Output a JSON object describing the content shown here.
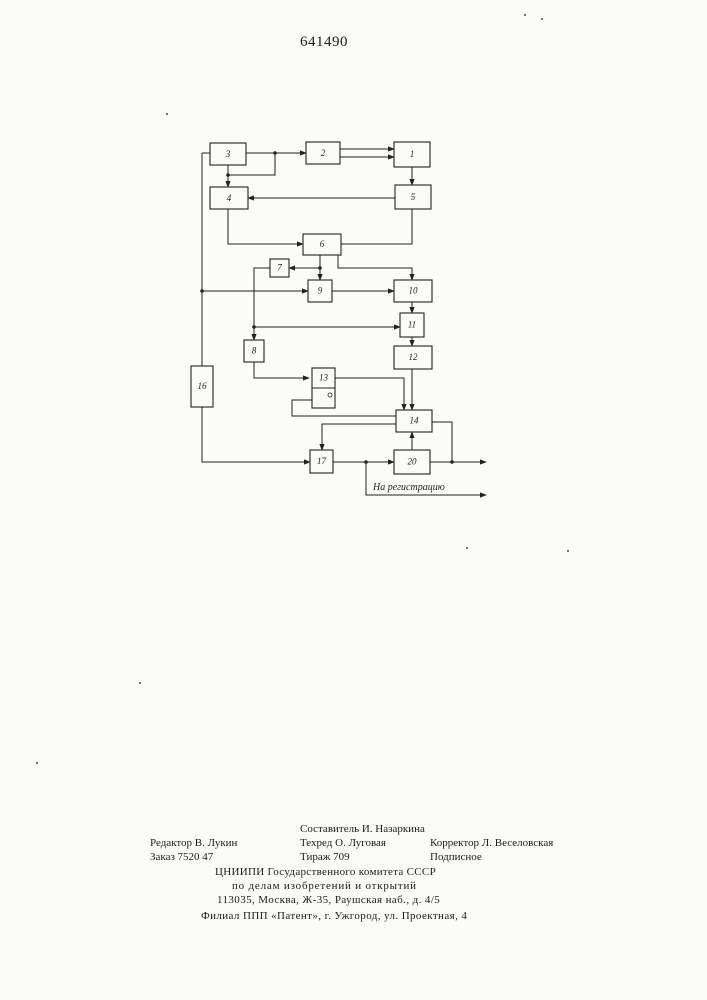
{
  "patent_number": "641490",
  "blocks": [
    {
      "id": "b1",
      "label": "1"
    },
    {
      "id": "b2",
      "label": "2"
    },
    {
      "id": "b3",
      "label": "3"
    },
    {
      "id": "b4",
      "label": "4"
    },
    {
      "id": "b5",
      "label": "5"
    },
    {
      "id": "b6",
      "label": "6"
    },
    {
      "id": "b7",
      "label": "7"
    },
    {
      "id": "b8",
      "label": "8"
    },
    {
      "id": "b9",
      "label": "9"
    },
    {
      "id": "b10",
      "label": "10"
    },
    {
      "id": "b11",
      "label": "11"
    },
    {
      "id": "b12",
      "label": "12"
    },
    {
      "id": "b13",
      "label": "13"
    },
    {
      "id": "b14",
      "label": "14"
    },
    {
      "id": "b16",
      "label": "16"
    },
    {
      "id": "b17",
      "label": "17"
    },
    {
      "id": "b20",
      "label": "20"
    }
  ],
  "output_label": "На регистрацию",
  "footer": {
    "editor": "Редактор В. Лукин",
    "order": "Заказ 7520 47",
    "compiler": "Составитель И. Назаркина",
    "techred": "Техред О. Луговая",
    "circulation": "Тираж 709",
    "corrector": "Корректор Л. Веселовская",
    "subscription": "Подписное",
    "org1": "ЦНИИПИ Государственного комитета СССР",
    "org2": "по делам изобретений и открытий",
    "address": "113035, Москва, Ж-35, Раушская наб., д. 4/5",
    "branch": "Филиал ППП «Патент», г. Ужгород, ул. Проектная, 4"
  }
}
